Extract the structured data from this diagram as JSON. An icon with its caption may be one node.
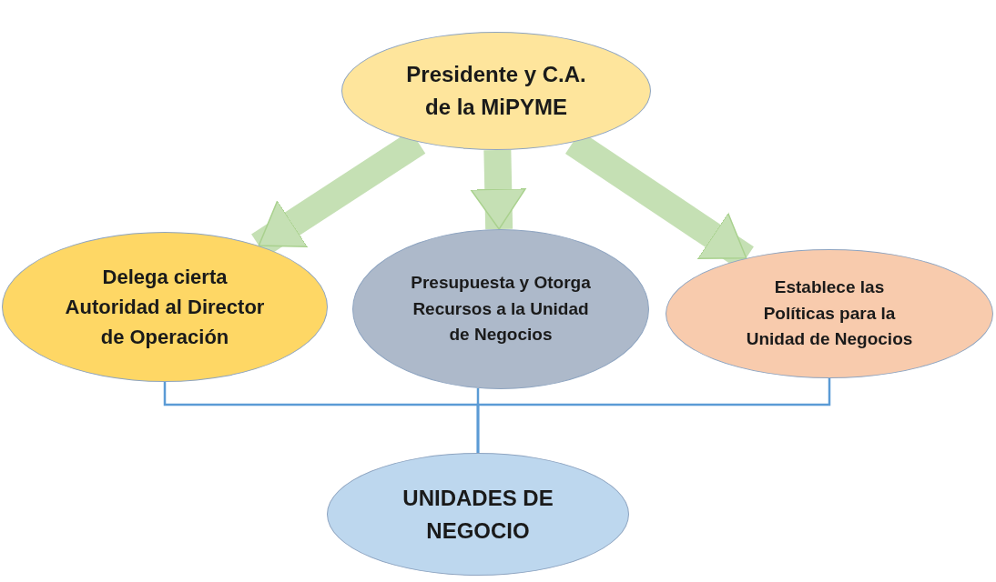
{
  "diagram": {
    "nodes": [
      {
        "text": [
          "Presidente y C.A. de la MiPYME"
        ]
      },
      {
        "text": [
          "Delega cierta Autoridad al Director de Operación"
        ]
      },
      {
        "text": [
          "Presupuesta y Otorga Recursos a la Unidad de Negocios"
        ]
      },
      {
        "text": [
          "Establece las Políticas para la Unidad de Negocios"
        ]
      },
      {
        "text": [
          "UNIDADES DE NEGOCIO"
        ]
      }
    ],
    "edges": [
      {
        "from": 0,
        "to": 1,
        "arrow": "to",
        "style": "thick",
        "color": "#c5e0b4"
      },
      {
        "from": 0,
        "to": 2,
        "arrow": "to",
        "style": "thick",
        "color": "#c5e0b4"
      },
      {
        "from": 0,
        "to": 3,
        "arrow": "to",
        "style": "thick",
        "color": "#c5e0b4"
      },
      {
        "from": 1,
        "to": 4,
        "arrow": "none",
        "color": "#5b9bd5"
      },
      {
        "from": 2,
        "to": 4,
        "arrow": "none",
        "color": "#5b9bd5"
      },
      {
        "from": 3,
        "to": 4,
        "arrow": "none",
        "color": "#5b9bd5"
      }
    ]
  }
}
